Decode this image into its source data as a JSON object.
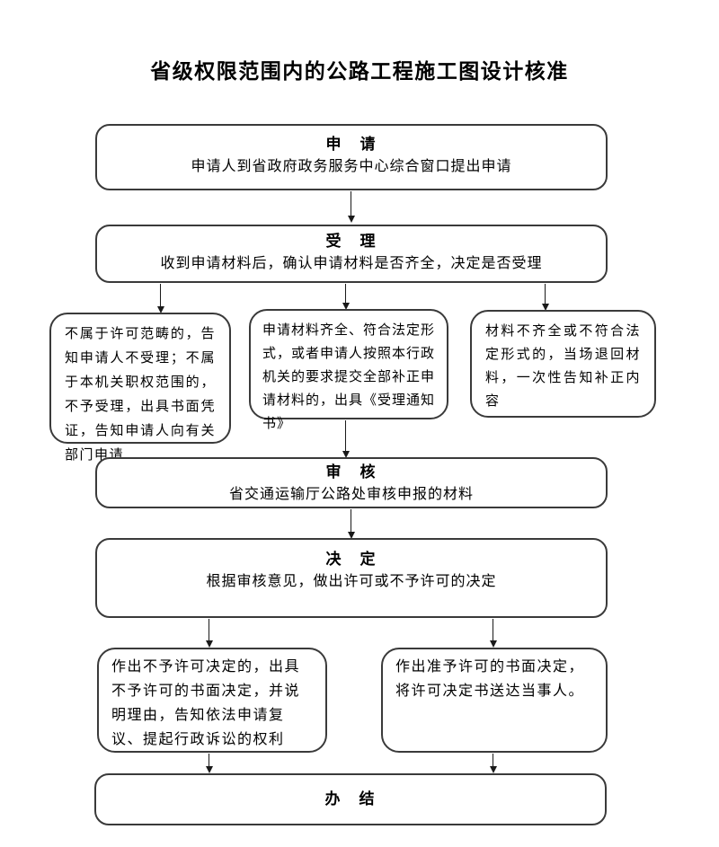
{
  "page": {
    "title": "省级权限范围内的公路工程施工图设计核准"
  },
  "flow": {
    "apply": {
      "heading": "申　请",
      "desc": "申请人到省政府政务服务中心综合窗口提出申请"
    },
    "accept": {
      "heading": "受　理",
      "desc": "收到申请材料后，确认申请材料是否齐全，决定是否受理"
    },
    "branches": {
      "reject": "不属于许可范畴的，告知申请人不受理；不属于本机关职权范围的，不予受理，出具书面凭证，告知申请人向有关部门申请",
      "accepted": "申请材料齐全、符合法定形式，或者申请人按照本行政机关的要求提交全部补正申请材料的，出具《受理通知书》",
      "incomplete": "材料不齐全或不符合法定形式的，当场退回材料，一次性告知补正内容"
    },
    "review": {
      "heading": "审　核",
      "desc": "省交通运输厅公路处审核申报的材料"
    },
    "decision": {
      "heading": "决　定",
      "desc": "根据审核意见，做出许可或不予许可的决定"
    },
    "outcomes": {
      "deny": "作出不予许可决定的，出具不予许可的书面决定，并说明理由，告知依法申请复议、提起行政诉讼的权利",
      "grant": "作出准予许可的书面决定，将许可决定书送达当事人。"
    },
    "complete": {
      "heading": "办　结"
    }
  },
  "colors": {
    "border": "#3a3a3a",
    "text": "#000000",
    "background": "#ffffff"
  }
}
